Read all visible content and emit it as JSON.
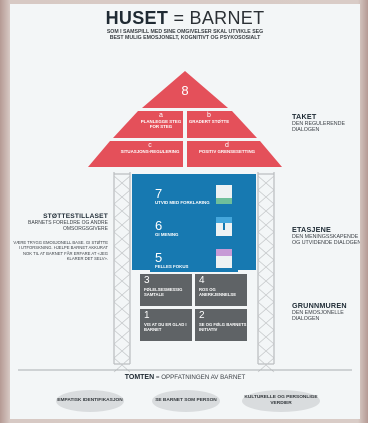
{
  "title": {
    "bold": "HUSET",
    "rest": "= BARNET"
  },
  "subtitle": "SOM I SAMSPILL MED SINE OMGIVELSER SKAL UTVIKLE SEG BEST MULIG EMOSJONELT, KOGNITIVT OG PSYKOSOSIALT",
  "roof": {
    "top_number": "8",
    "cells": [
      {
        "letter": "a",
        "text": "PLANLEGGE STEG FOR STEG"
      },
      {
        "letter": "b",
        "text": "GRADERT STØTTE"
      },
      {
        "letter": "c",
        "text": "SITUASJONS-REGULERING"
      },
      {
        "letter": "d",
        "text": "POSITIV GRENSESETTING"
      }
    ]
  },
  "right_labels": {
    "taket": {
      "heading": "TAKET",
      "text": "DEN REGULERENDE DIALOGEN"
    },
    "etasjene": {
      "heading": "ETASJENE",
      "text": "DEN MENINGSSKAPENDE OG UTVIDENDE DIALOGEN"
    },
    "grunnmuren": {
      "heading": "GRUNNMUREN",
      "text": "DEN EMOSJONELLE DIALOGEN"
    }
  },
  "left_label": {
    "heading": "STØTTESTILLASET",
    "subheading": "BARNETS FORELDRE OG ANDRE OMSORGSGIVERE",
    "body": "VÆRE TRYGG EMOSJONELL BASE. GI STØTTE I UTFORSKNING. HJELPE BARNET AKKURAT NOK TIL AT BARNET FÅR ERFARE AT «JEG KLARER DET SELV»."
  },
  "floors": [
    {
      "number": "7",
      "label": "UTVID MED FORKLARING"
    },
    {
      "number": "6",
      "label": "GI MENING"
    },
    {
      "number": "5",
      "label": "FELLES FOKUS"
    }
  ],
  "foundation": [
    {
      "number": "3",
      "label": "FØLELSESMESSIG SAMTALE"
    },
    {
      "number": "4",
      "label": "ROS OG ANERKJENNELSE"
    },
    {
      "number": "1",
      "label": "VIS AT DU ER GLAD I BARNET"
    },
    {
      "number": "2",
      "label": "SE OG FØLG BARNETS INITIATIV"
    }
  ],
  "ground": {
    "bold": "TOMTEN",
    "rest": "= OPPFATNINGEN AV BARNET"
  },
  "bubbles": [
    "EMPATISK IDENTIFIKASJON",
    "SE BARNET SOM PERSON",
    "KULTURELLE OG PERSONLIGE VERDIER"
  ],
  "colors": {
    "roof": "#e4505a",
    "floor": "#1779b1",
    "foundation": "#5f6366",
    "scaffold": "#b9bcbf"
  }
}
